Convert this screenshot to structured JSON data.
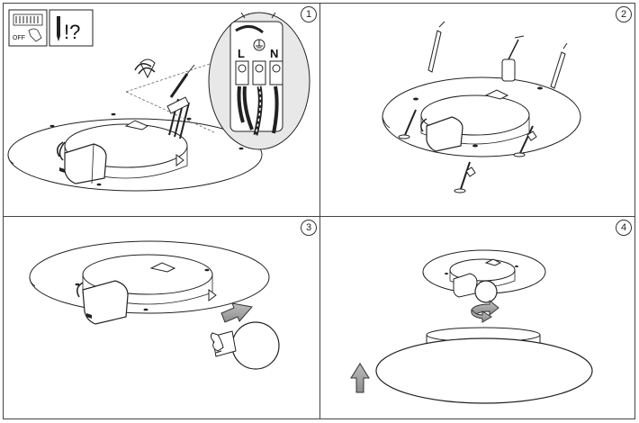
{
  "panels": [
    {
      "step": "1"
    },
    {
      "step": "2"
    },
    {
      "step": "3"
    },
    {
      "step": "4"
    }
  ],
  "warning_icons": {
    "switch_label": "OFF",
    "help_symbol": "!?"
  },
  "terminal_block": {
    "live_label": "L",
    "neutral_label": "N"
  },
  "icons": [
    "power-switch-off-icon",
    "tools-question-icon",
    "earth-ground-icon",
    "rotate-arrow-icon",
    "up-arrow-icon",
    "push-arrow-icon"
  ]
}
